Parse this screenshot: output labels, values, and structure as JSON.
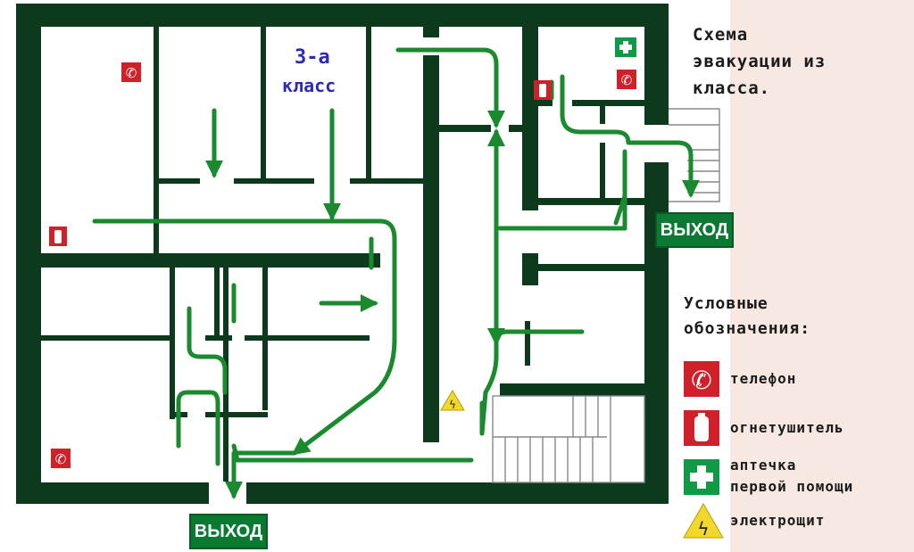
{
  "title": {
    "lines": [
      "Схема",
      "эвакуации из",
      "класса."
    ]
  },
  "class_label": {
    "line1": "3-а",
    "line2": "класс"
  },
  "exits": {
    "right": "ВЫХОД",
    "bottom": "ВЫХОД"
  },
  "legend": {
    "heading_line1": "Условные",
    "heading_line2": "обозначения:",
    "items": [
      {
        "icon": "phone-icon",
        "label": "телефон"
      },
      {
        "icon": "fire-extinguisher-icon",
        "label": "огнетушитель"
      },
      {
        "icon": "first-aid-icon",
        "label_line1": "аптечка",
        "label_line2": "первой помощи"
      },
      {
        "icon": "electric-panel-icon",
        "label": "электрощит"
      }
    ]
  },
  "colors": {
    "wall": "#0d3a1c",
    "route": "#1a8a2e",
    "exit": "#0a7a32",
    "phone": "#d0202a",
    "extinguisher": "#d0202a",
    "first_aid": "#119a45",
    "electric": "#f2d82a",
    "class_label": "#2b2bb8"
  }
}
